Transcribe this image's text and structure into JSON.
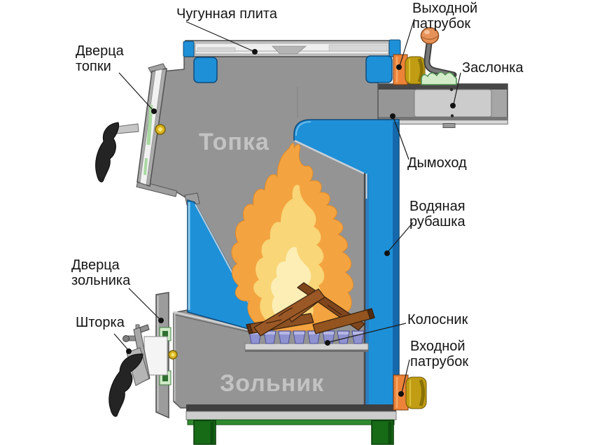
{
  "diagram": {
    "type": "solid-fuel-boiler-cross-section",
    "callouts": {
      "cast_iron_plate": "Чугунная плита",
      "furnace_door": "Дверца\nтопки",
      "outlet_pipe": "Выходной\nпатрубок",
      "damper": "Заслонка",
      "chimney": "Дымоход",
      "water_jacket": "Водяная\nрубашка",
      "grate": "Колосник",
      "inlet_pipe": "Входной\nпатрубок",
      "ash_door": "Дверца\nзольника",
      "shutter": "Шторка"
    },
    "chambers": {
      "furnace": "Топка",
      "ash_pan": "Зольник"
    },
    "colors": {
      "water_blue": "#1e90d8",
      "body_gray": "#949494",
      "flame_outer": "#f3a440",
      "flame_core": "#fceeb5",
      "wood_brown": "#8a4f22",
      "grate_violet": "#8f92d0",
      "leg_green": "#176b17",
      "pipe_orange": "#ec8338",
      "pipe_brass": "#c09d12"
    }
  }
}
